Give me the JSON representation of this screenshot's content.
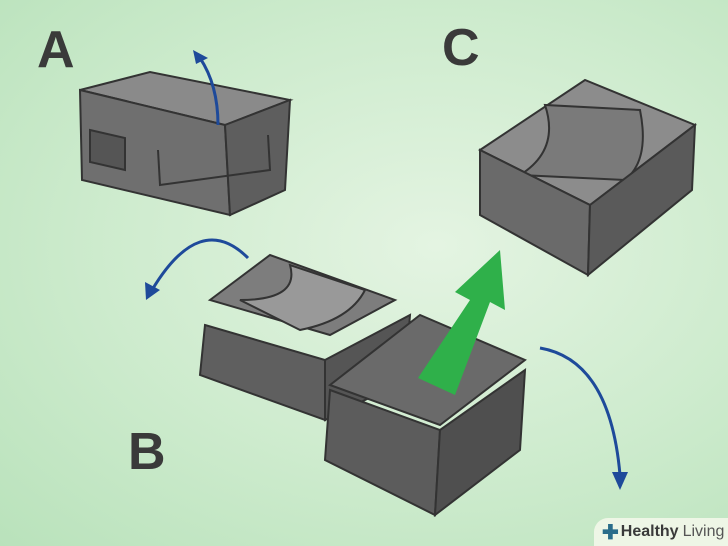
{
  "labels": {
    "a": "A",
    "b": "B",
    "c": "C"
  },
  "watermark": {
    "brand_bold": "Healthy",
    "brand_light": "Living"
  },
  "colors": {
    "arrow_green": "#2fb04a",
    "arrow_blue": "#1e4a9a",
    "part_gray": "#6b6b6b"
  }
}
